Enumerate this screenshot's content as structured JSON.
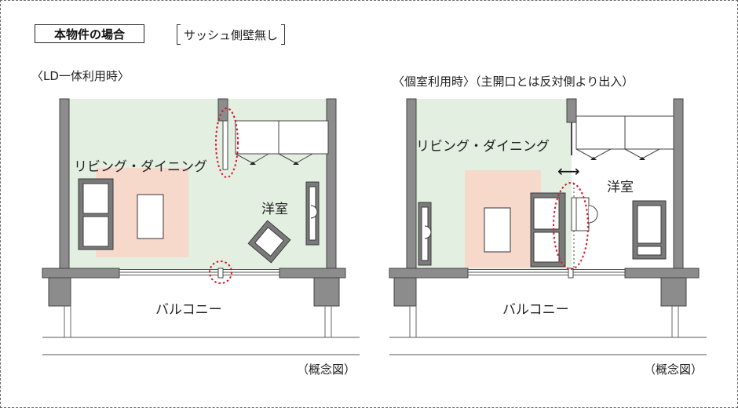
{
  "header": {
    "badge": "本物件の場合",
    "sash_note": "サッシュ側壁無し"
  },
  "left_plan": {
    "mode_title": "〈LD一体利用時〉",
    "living_label": "リビング・ダイニング",
    "room_label": "洋室",
    "balcony_label": "バルコニー",
    "caption": "（概念図）"
  },
  "right_plan": {
    "mode_title": "〈個室利用時〉（主開口とは反対側より出入）",
    "living_label": "リビング・ダイニング",
    "room_label": "洋室",
    "balcony_label": "バルコニー",
    "caption": "（概念図）",
    "arrow_glyph": "⟷"
  },
  "colors": {
    "living_fill": "#e3efe1",
    "rug_fill": "#f7d9cc",
    "wall": "#8c8c8c",
    "highlight": "#d8142a"
  }
}
